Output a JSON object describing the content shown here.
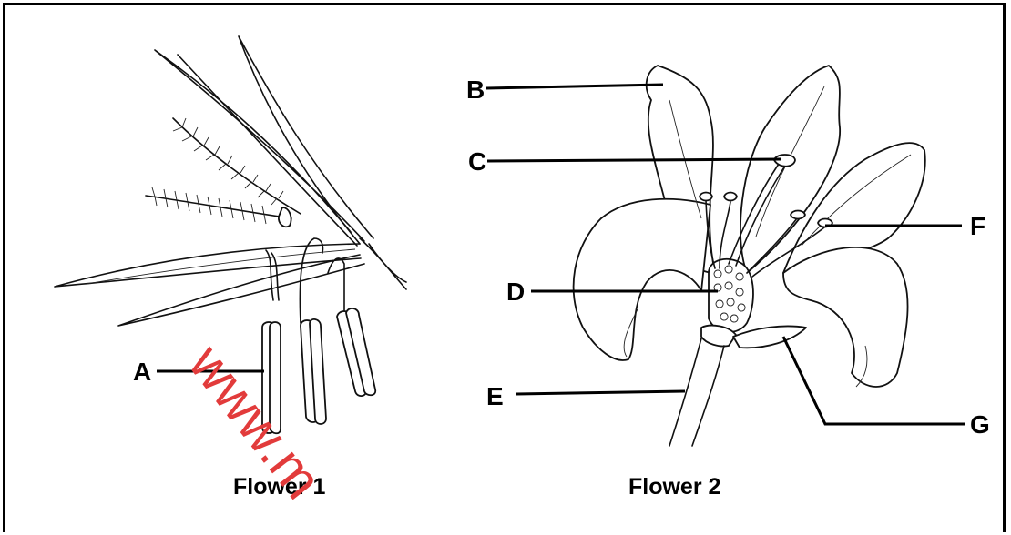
{
  "labels": {
    "A": "A",
    "B": "B",
    "C": "C",
    "D": "D",
    "E": "E",
    "F": "F",
    "G": "G"
  },
  "captions": {
    "flower1": "Flower 1",
    "flower2": "Flower 2"
  },
  "watermark": "www.m"
}
